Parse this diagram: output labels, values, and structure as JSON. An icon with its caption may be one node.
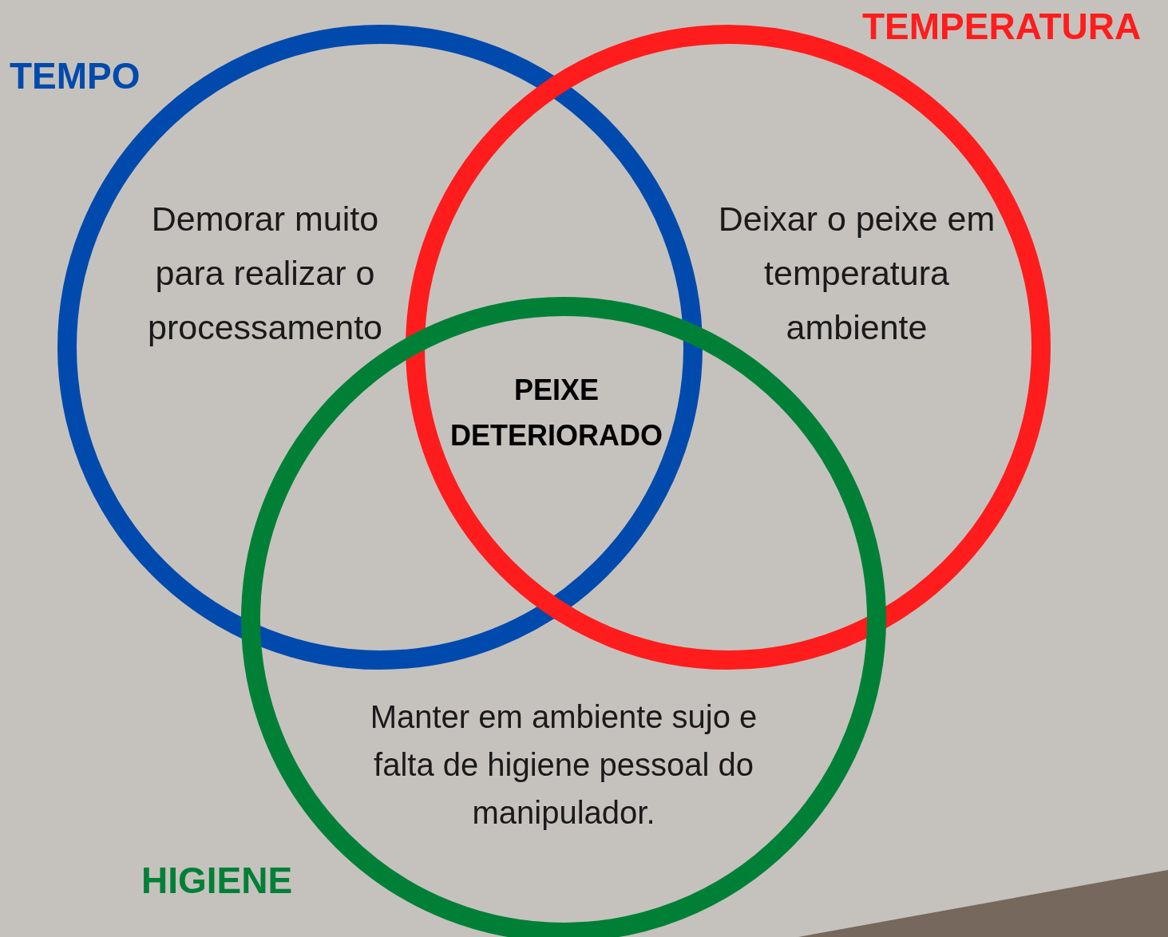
{
  "diagram": {
    "nodes": [
      {
        "text": [
          "TEMPO",
          "Demorar muito para realizar o processamento"
        ]
      },
      {
        "text": [
          "TEMPERATURA",
          "Deixar o peixe em temperatura ambiente"
        ]
      },
      {
        "text": [
          "HIGIENE",
          "Manter em ambiente sujo e falta de higiene pessoal do manipulador."
        ]
      }
    ],
    "edges": [],
    "labels": [
      "PEIXE DETERIORADO"
    ]
  }
}
